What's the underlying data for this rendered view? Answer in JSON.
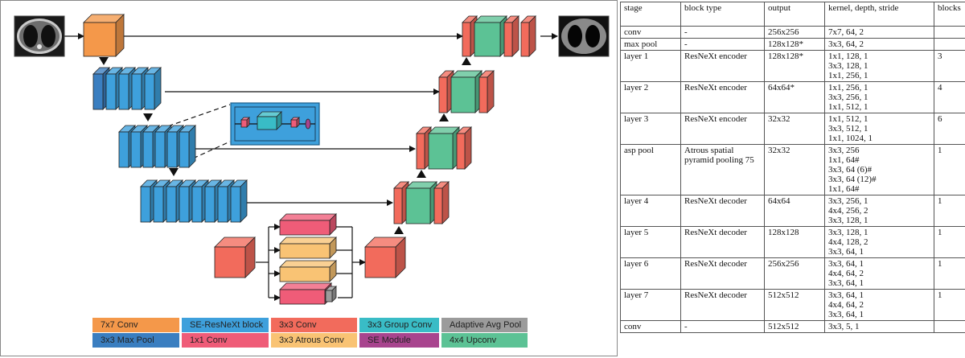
{
  "legend": {
    "rows": [
      [
        {
          "label": "7x7 Conv",
          "color": "#f4984a"
        },
        {
          "label": "SE-ResNeXt block",
          "color": "#3ea0dc"
        },
        {
          "label": "3x3 Conv",
          "color": "#f26b5c"
        },
        {
          "label": "3x3 Group Conv",
          "color": "#39bcc6"
        },
        {
          "label": "Adaptive Avg Pool",
          "color": "#9b9b9b"
        }
      ],
      [
        {
          "label": "3x3 Max Pool",
          "color": "#3a7ec0"
        },
        {
          "label": "1x1 Conv",
          "color": "#ef5c78"
        },
        {
          "label": "3x3 Atrous Conv",
          "color": "#f9c374"
        },
        {
          "label": "SE Module",
          "color": "#a8448e"
        },
        {
          "label": "4x4 Upconv",
          "color": "#5cc295"
        }
      ]
    ]
  },
  "table": {
    "headers": [
      "stage",
      "block type",
      "output",
      "kernel, depth, stride",
      "blocks"
    ],
    "rows": [
      {
        "stage": "conv",
        "block": [
          "-"
        ],
        "output": "256x256",
        "kernel": [
          "7x7, 64, 2"
        ],
        "blocks": ""
      },
      {
        "stage": "max pool",
        "block": [
          "-"
        ],
        "output": "128x128*",
        "kernel": [
          "3x3, 64, 2"
        ],
        "blocks": ""
      },
      {
        "stage": "layer 1",
        "block": [
          "ResNeXt encoder"
        ],
        "output": "128x128*",
        "kernel": [
          "1x1, 128, 1",
          "3x3, 128, 1",
          "1x1, 256, 1"
        ],
        "blocks": "3"
      },
      {
        "stage": "layer 2",
        "block": [
          "ResNeXt encoder"
        ],
        "output": "64x64*",
        "kernel": [
          "1x1, 256, 1",
          "3x3, 256, 1",
          "1x1, 512, 1"
        ],
        "blocks": "4"
      },
      {
        "stage": "layer 3",
        "block": [
          "ResNeXt encoder"
        ],
        "output": "32x32",
        "kernel": [
          "1x1, 512, 1",
          "3x3, 512, 1",
          "1x1, 1024, 1"
        ],
        "blocks": "6"
      },
      {
        "stage": "asp pool",
        "block": [
          "Atrous spatial",
          "pyramid pooling 75"
        ],
        "output": "32x32",
        "kernel": [
          "3x3, 256",
          "1x1, 64#",
          "3x3, 64 (6)#",
          "3x3, 64 (12)#",
          "1x1, 64#"
        ],
        "blocks": "1"
      },
      {
        "stage": "layer 4",
        "block": [
          "ResNeXt decoder"
        ],
        "output": "64x64",
        "kernel": [
          "3x3, 256, 1",
          "4x4, 256, 2",
          "3x3, 128, 1"
        ],
        "blocks": "1"
      },
      {
        "stage": "layer 5",
        "block": [
          "ResNeXt decoder"
        ],
        "output": "128x128",
        "kernel": [
          "3x3, 128, 1",
          "4x4, 128, 2",
          "3x3, 64, 1"
        ],
        "blocks": "1"
      },
      {
        "stage": "layer 6",
        "block": [
          "ResNeXt decoder"
        ],
        "output": "256x256",
        "kernel": [
          "3x3, 64, 1",
          "4x4, 64, 2",
          "3x3, 64, 1"
        ],
        "blocks": "1"
      },
      {
        "stage": "layer 7",
        "block": [
          "ResNeXt decoder"
        ],
        "output": "512x512",
        "kernel": [
          "3x3, 64, 1",
          "4x4, 64, 2",
          "3x3, 64, 1"
        ],
        "blocks": "1"
      },
      {
        "stage": "conv",
        "block": [
          "-"
        ],
        "output": "512x512",
        "kernel": [
          "3x3, 5, 1"
        ],
        "blocks": ""
      }
    ]
  },
  "colors": {
    "conv7": "#f4984a",
    "se_resnext": "#3ea0dc",
    "conv3": "#f26b5c",
    "group_conv": "#39bcc6",
    "avg_pool": "#9b9b9b",
    "max_pool": "#3a7ec0",
    "conv1": "#ef5c78",
    "atrous": "#f9c374",
    "se_module": "#a8448e",
    "upconv": "#5cc295"
  },
  "images": {
    "input": "ct-lung-input",
    "output": "lung-mask-output"
  }
}
